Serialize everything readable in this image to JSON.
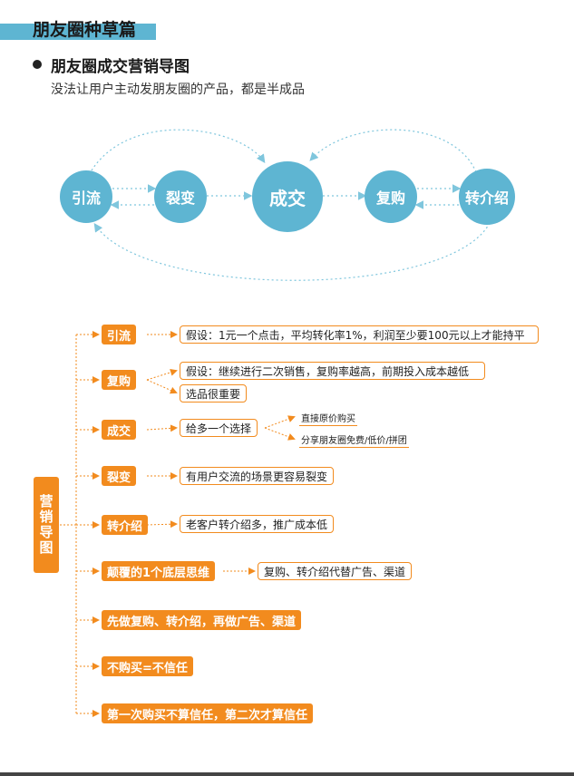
{
  "header": {
    "title": "朋友圈种草篇"
  },
  "section": {
    "title": "朋友圈成交营销导图",
    "subtitle": "没法让用户主动发朋友圈的产品，都是半成品"
  },
  "cycle": {
    "nodes": [
      "引流",
      "裂变",
      "成交",
      "复购",
      "转介绍"
    ]
  },
  "mindmap": {
    "root": "营销导图",
    "branches": [
      {
        "label": "引流",
        "notes": [
          "假设：1元一个点击，平均转化率1%，利润至少要100元以上才能持平"
        ]
      },
      {
        "label": "复购",
        "notes": [
          "假设：继续进行二次销售，复购率越高，前期投入成本越低",
          "选品很重要"
        ]
      },
      {
        "label": "成交",
        "notes": [
          "给多一个选择"
        ],
        "subnotes": [
          "直接原价购买",
          "分享朋友圈免费/低价/拼团"
        ]
      },
      {
        "label": "裂变",
        "notes": [
          "有用户交流的场景更容易裂变"
        ]
      },
      {
        "label": "转介绍",
        "notes": [
          "老客户转介绍多，推广成本低"
        ]
      },
      {
        "label": "颠覆的1个底层思维",
        "notes": [
          "复购、转介绍代替广告、渠道"
        ]
      },
      {
        "label": "先做复购、转介绍，再做广告、渠道",
        "notes": []
      },
      {
        "label": "不购买=不信任",
        "notes": []
      },
      {
        "label": "第一次购买不算信任，第二次才算信任",
        "notes": []
      }
    ]
  },
  "colors": {
    "accent_blue": "#5eb5d2",
    "accent_orange": "#f28b1e"
  }
}
